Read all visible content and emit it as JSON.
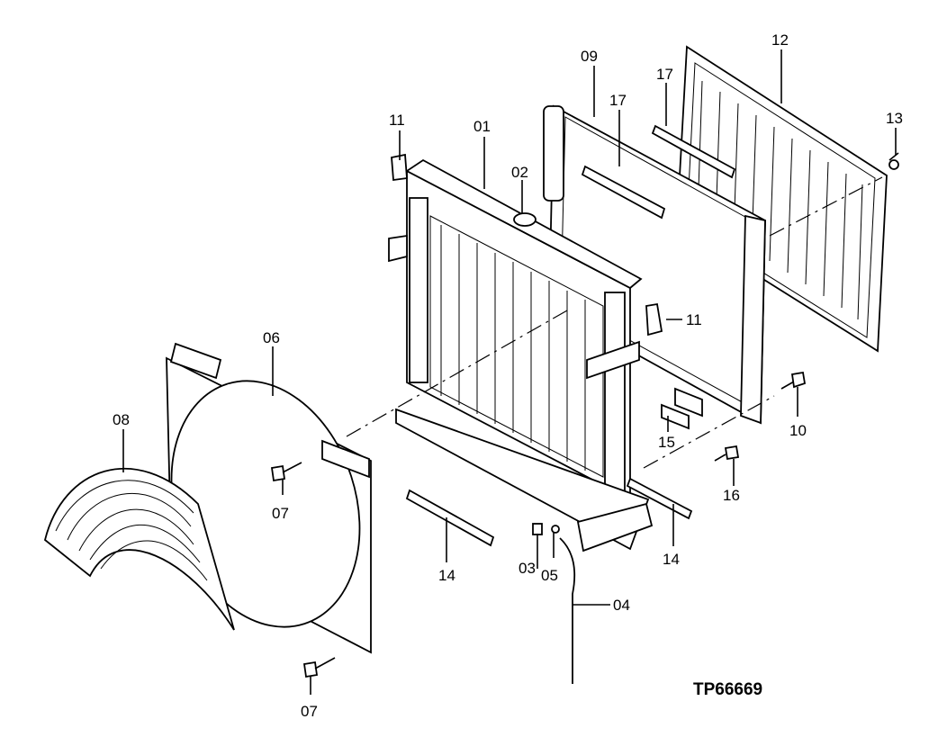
{
  "diagram": {
    "reference_code": "TP66669",
    "callouts": {
      "c01": "01",
      "c02": "02",
      "c03": "03",
      "c04": "04",
      "c05": "05",
      "c06": "06",
      "c07a": "07",
      "c07b": "07",
      "c08": "08",
      "c09": "09",
      "c10": "10",
      "c11a": "11",
      "c11b": "11",
      "c12": "12",
      "c13": "13",
      "c14a": "14",
      "c14b": "14",
      "c15": "15",
      "c16": "16",
      "c17a": "17",
      "c17b": "17"
    }
  }
}
